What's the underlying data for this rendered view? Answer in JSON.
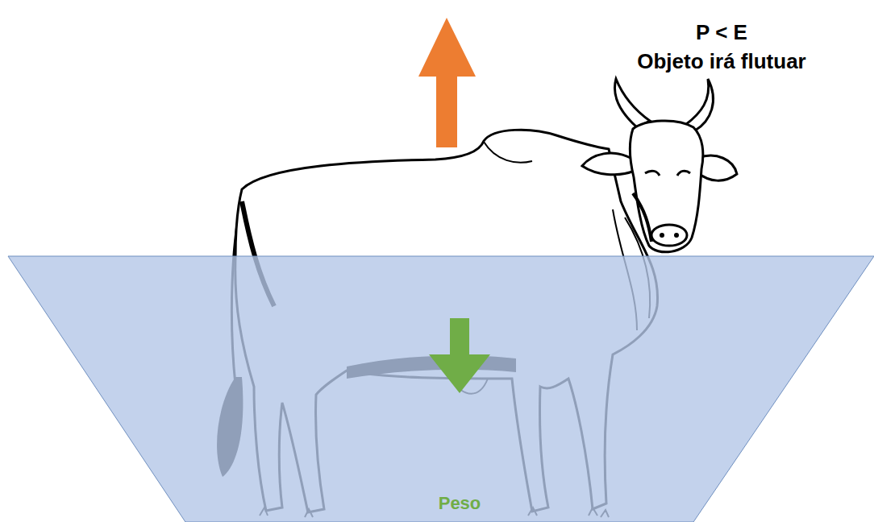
{
  "diagram": {
    "labels": [
      "P < E",
      "Objeto irá flutuar",
      "Peso"
    ]
  }
}
